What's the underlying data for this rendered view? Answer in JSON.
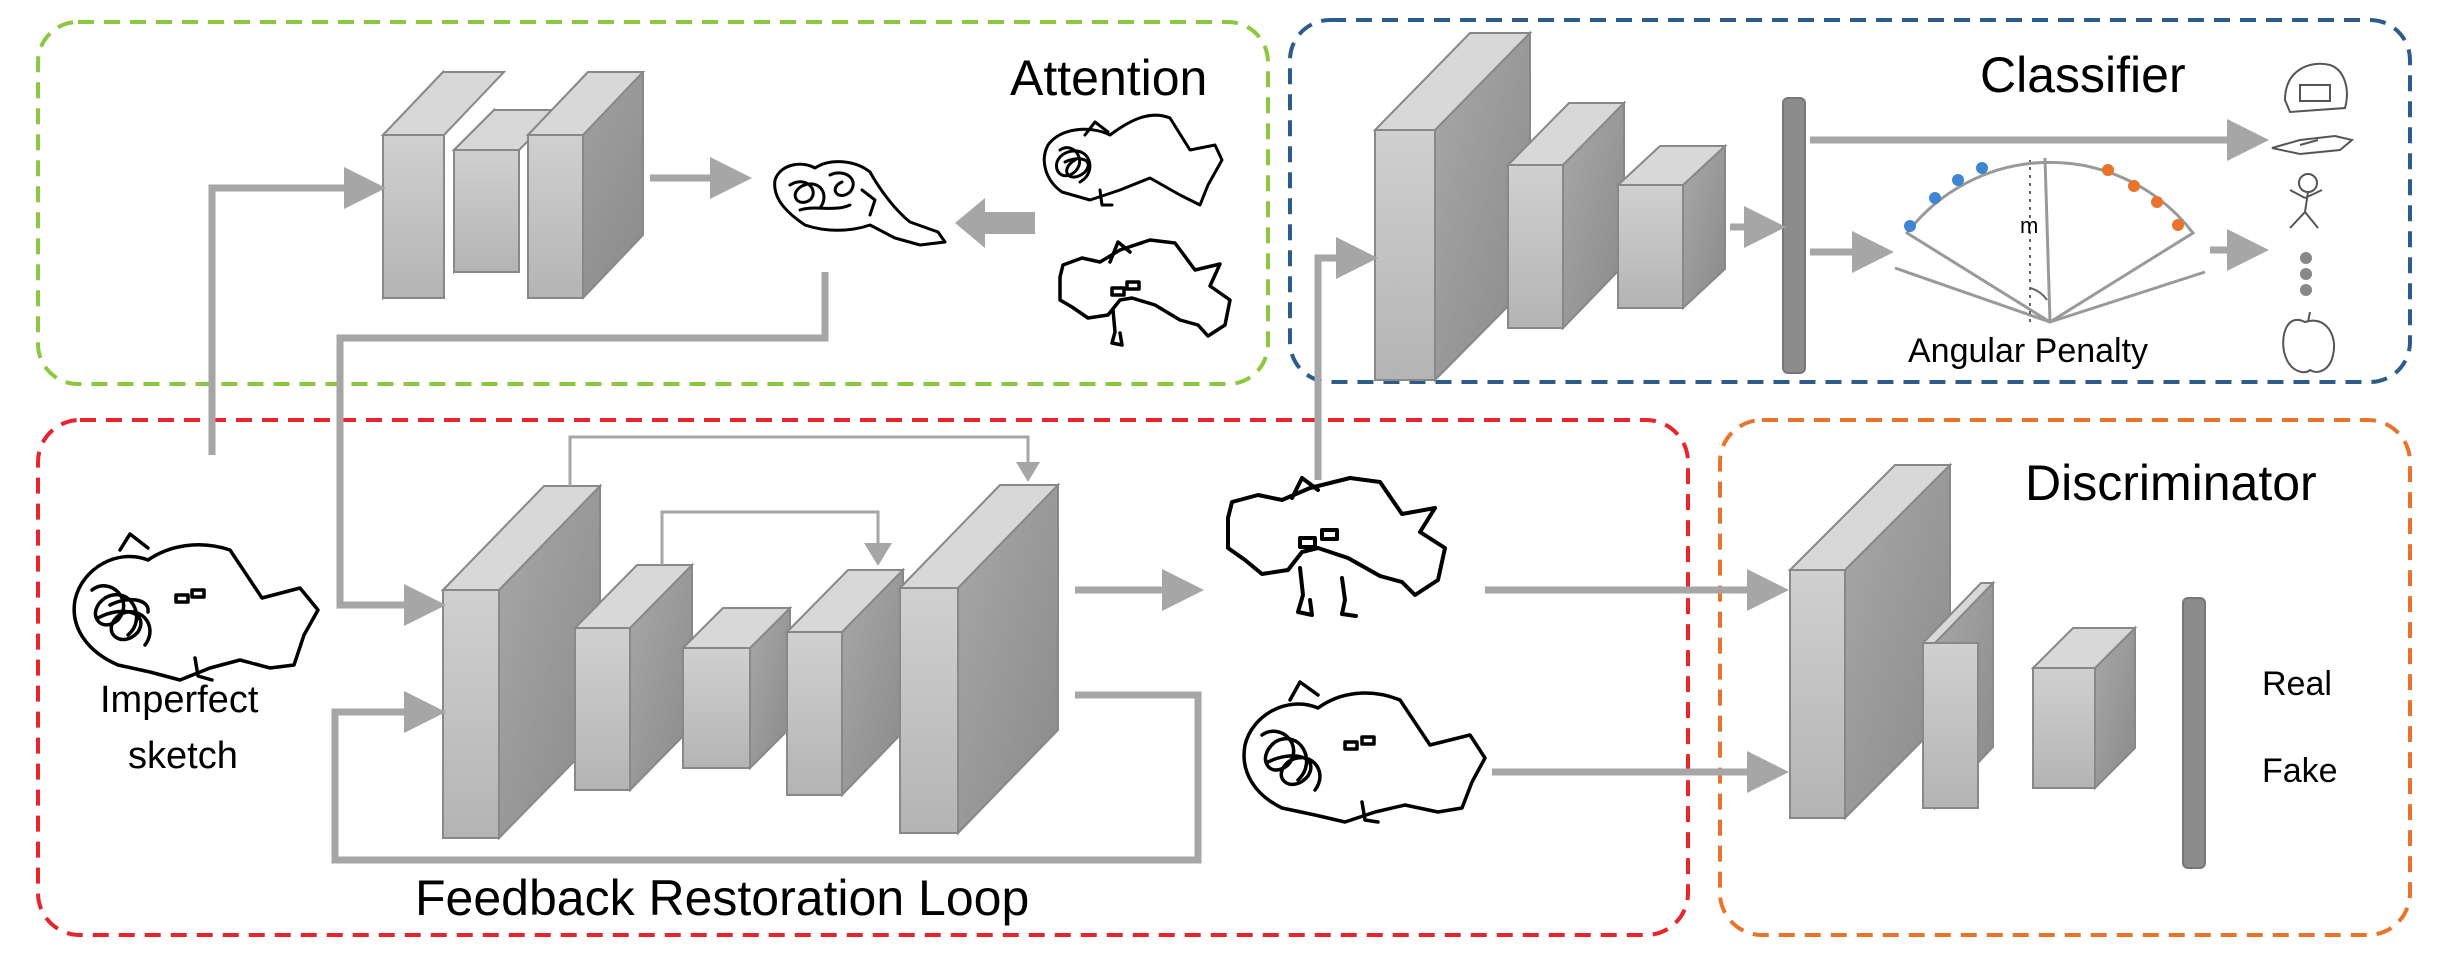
{
  "modules": {
    "attention": "Attention",
    "classifier": "Classifier",
    "feedback": "Feedback Restoration Loop",
    "discriminator": "Discriminator"
  },
  "labels": {
    "imperfect_line1": "Imperfect",
    "imperfect_line2": "sketch",
    "angular_penalty": "Angular Penalty",
    "margin": "m",
    "real": "Real",
    "fake": "Fake"
  },
  "colors": {
    "attention_border": "#8dc63f",
    "classifier_border": "#2e5c8a",
    "feedback_border": "#e8242c",
    "discriminator_border": "#e8742c",
    "arrow": "#a6a6a6",
    "block_front": "#c4c4c4",
    "block_side": "#999999",
    "block_top": "#d8d8d8",
    "dot_blue": "#3d86d1",
    "dot_orange": "#e8742c"
  }
}
